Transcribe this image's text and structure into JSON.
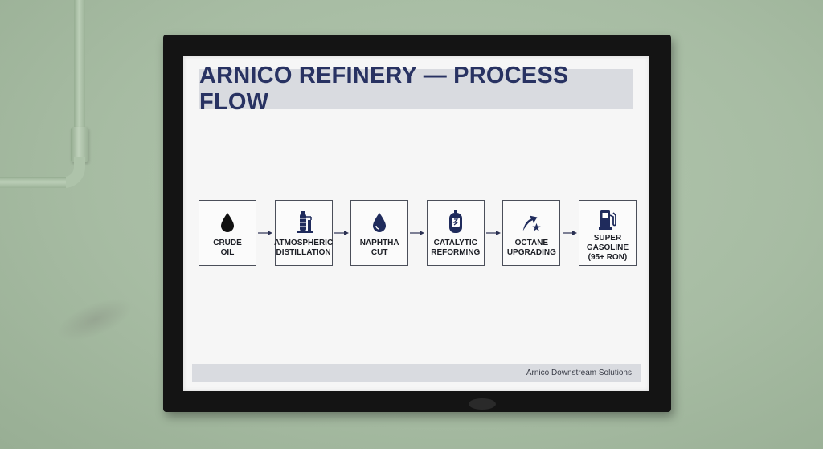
{
  "poster": {
    "title": "ARNICO REFINERY — PROCESS FLOW",
    "footer": "Arnico Downstream Solutions"
  },
  "flow": {
    "steps": [
      {
        "label": "CRUDE\nOIL",
        "icon": "oil-drop-icon"
      },
      {
        "label": "ATMOSPHERIC\nDISTILLATION",
        "icon": "distillation-column-icon"
      },
      {
        "label": "NAPHTHA\nCUT",
        "icon": "water-drop-icon"
      },
      {
        "label": "CATALYTIC\nREFORMING",
        "icon": "reactor-vessel-icon"
      },
      {
        "label": "OCTANE\nUPGRADING",
        "icon": "arrow-star-icon"
      },
      {
        "label": "SUPER\nGASOLINE\n(95+ RON)",
        "icon": "fuel-pump-icon"
      }
    ]
  },
  "colors": {
    "wall": "#a9bea6",
    "frame": "#141414",
    "title_text": "#283262",
    "icon": "#1f2b5c",
    "band": "#d9dbe0"
  }
}
